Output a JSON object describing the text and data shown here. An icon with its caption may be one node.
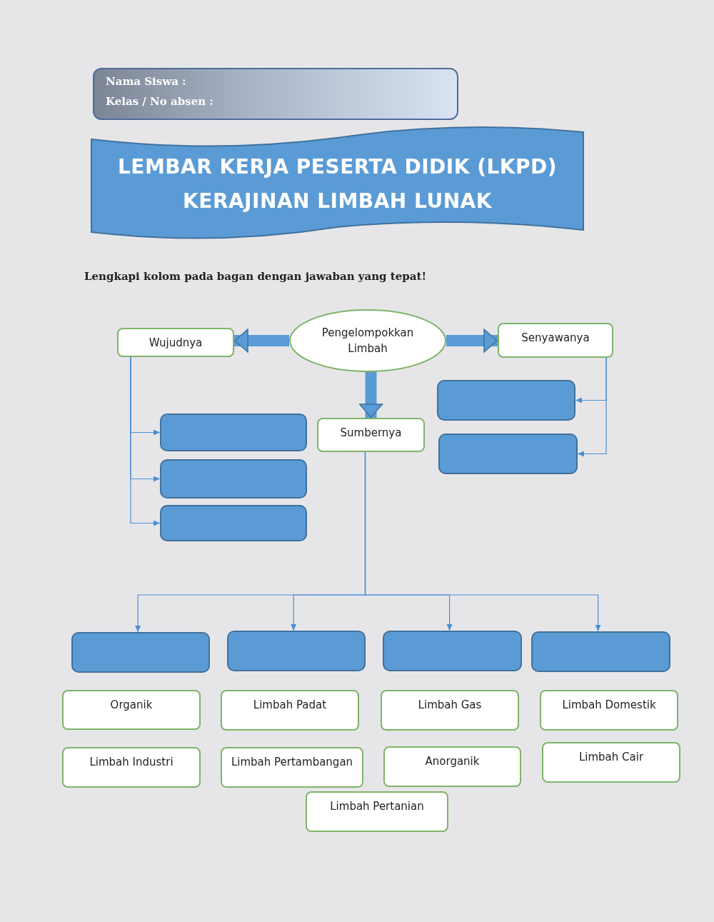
{
  "diagram": {
    "title": "LEMBAR KERJA PESERTA DIDIK (LKPD) KERAJINAN LIMBAH LUNAK",
    "nodes": [
      {
        "text": [
          "Nama Siswa :",
          "Kelas / No absen :"
        ]
      },
      {
        "text": [
          "Pengelompokkan Limbah"
        ]
      },
      {
        "text": [
          "Wujudnya"
        ]
      },
      {
        "text": [
          "Senyawanya"
        ]
      },
      {
        "text": [
          "Sumbernya"
        ]
      },
      {
        "text": [],
        "shape": "box"
      },
      {
        "text": [],
        "shape": "box"
      },
      {
        "text": [],
        "shape": "box"
      },
      {
        "text": [],
        "shape": "box"
      },
      {
        "text": [],
        "shape": "box"
      },
      {
        "text": [],
        "shape": "box"
      },
      {
        "text": [],
        "shape": "box"
      },
      {
        "text": [],
        "shape": "box"
      },
      {
        "text": [],
        "shape": "box"
      },
      {
        "text": [
          "Organik"
        ]
      },
      {
        "text": [
          "Limbah Padat"
        ]
      },
      {
        "text": [
          "Limbah Gas"
        ]
      },
      {
        "text": [
          "Limbah Domestik"
        ]
      },
      {
        "text": [
          "Limbah Industri"
        ]
      },
      {
        "text": [
          "Limbah Pertambangan"
        ]
      },
      {
        "text": [
          "Anorganik"
        ]
      },
      {
        "text": [
          "Limbah Cair"
        ]
      },
      {
        "text": [
          "Limbah Pertanian"
        ]
      }
    ],
    "edges": [
      {
        "from": 1,
        "to": 2,
        "arrow": "to",
        "style": "thick"
      },
      {
        "from": 1,
        "to": 3,
        "arrow": "to",
        "style": "thick"
      },
      {
        "from": 1,
        "to": 4,
        "arrow": "to",
        "style": "thick"
      },
      {
        "from": 2,
        "to": 5,
        "arrow": "to"
      },
      {
        "from": 2,
        "to": 6,
        "arrow": "to"
      },
      {
        "from": 2,
        "to": 7,
        "arrow": "to"
      },
      {
        "from": 3,
        "to": 8,
        "arrow": "to"
      },
      {
        "from": 3,
        "to": 9,
        "arrow": "to"
      },
      {
        "from": 4,
        "to": 10,
        "arrow": "to"
      },
      {
        "from": 4,
        "to": 11,
        "arrow": "to"
      },
      {
        "from": 4,
        "to": 12,
        "arrow": "to"
      },
      {
        "from": 4,
        "to": 13,
        "arrow": "to"
      }
    ],
    "labels": [
      "Lengkapi kolom pada bagan dengan jawaban yang tepat!"
    ]
  }
}
